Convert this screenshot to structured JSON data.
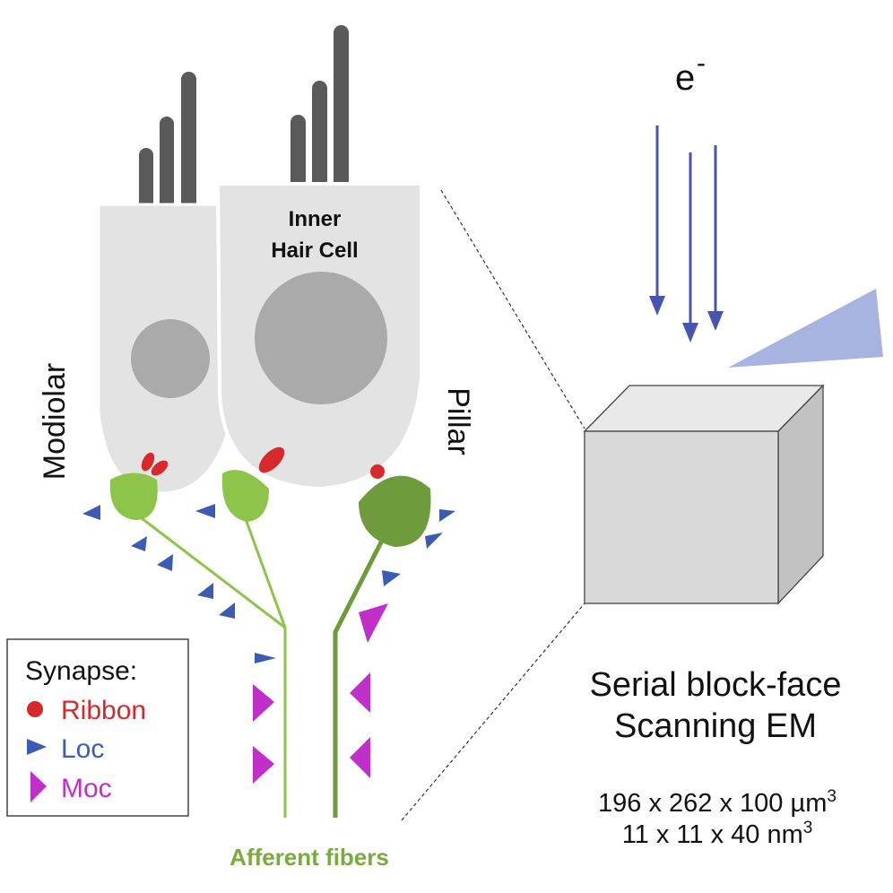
{
  "diagram": {
    "cell_label": [
      "Inner",
      "Hair Cell"
    ],
    "side_labels": {
      "left": "Modiolar",
      "right": "Pillar"
    },
    "afferent_label": "Afferent fibers",
    "electron_symbol": "e",
    "electron_superscript": "-",
    "method_title": [
      "Serial block-face",
      "Scanning EM"
    ],
    "volume": {
      "text": "196 x 262 x 100 µm",
      "sup": "3"
    },
    "voxel": {
      "text": "11 x 11 x 40 nm",
      "sup": "3"
    },
    "legend": {
      "title": "Synapse:",
      "items": [
        {
          "label": "Ribbon",
          "marker": "circle",
          "color": "#d9282b"
        },
        {
          "label": "Loc",
          "marker": "triangle-small",
          "color": "#3b5bb5"
        },
        {
          "label": "Moc",
          "marker": "triangle-large",
          "color": "#c12fc9"
        }
      ]
    },
    "colors": {
      "ribbon": "#d9282b",
      "loc": "#3b5bb5",
      "moc": "#c12fc9",
      "afferent_light": "#8dc44a",
      "afferent_dark": "#6e9c3c",
      "afferent_text": "#7aab3f",
      "cell_body": "#e3e3e3",
      "nucleus": "#aaaaaa",
      "stereocilia": "#5a5a5a",
      "beam_arrows": "#4755b0",
      "detector": "#a8b4e0",
      "block_front": "#dadada",
      "block_top": "#e9e9e9",
      "block_side": "#c2c2c2"
    }
  }
}
